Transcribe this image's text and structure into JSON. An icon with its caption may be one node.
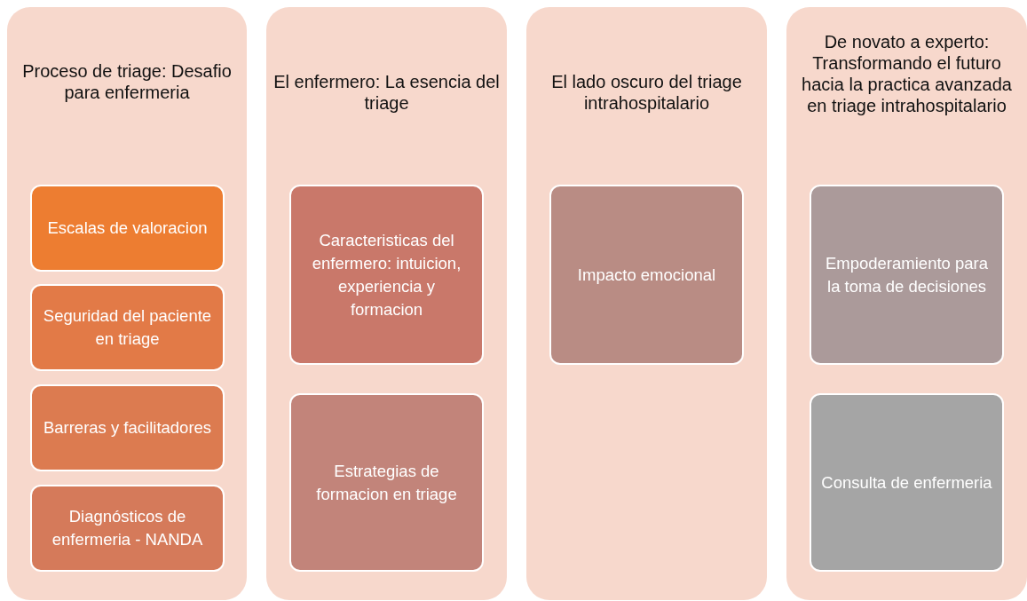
{
  "diagram": {
    "nodes": [
      {
        "text": [
          "Proceso de triage: Desafio para enfermeria"
        ]
      },
      {
        "text": [
          "Escalas de valoracion"
        ],
        "in": 0
      },
      {
        "text": [
          "Seguridad del paciente en triage"
        ],
        "in": 0
      },
      {
        "text": [
          "Barreras y facilitadores"
        ],
        "in": 0
      },
      {
        "text": [
          "Diagnósticos de enfermeria - NANDA"
        ],
        "in": 0
      },
      {
        "text": [
          "El enfermero: La esencia del triage"
        ]
      },
      {
        "text": [
          "Caracteristicas del enfermero: intuicion, experiencia y formacion"
        ],
        "in": 5
      },
      {
        "text": [
          "Estrategias de formacion en triage"
        ],
        "in": 5
      },
      {
        "text": [
          "El lado oscuro del triage intrahospitalario"
        ]
      },
      {
        "text": [
          "Impacto emocional"
        ],
        "in": 8
      },
      {
        "text": [
          "De novato a experto: Transformando el futuro hacia la practica avanzada en triage intrahospitalario"
        ]
      },
      {
        "text": [
          "Empoderamiento para la toma de decisiones"
        ],
        "in": 10
      },
      {
        "text": [
          "Consulta de enfermeria"
        ],
        "in": 10
      }
    ]
  }
}
